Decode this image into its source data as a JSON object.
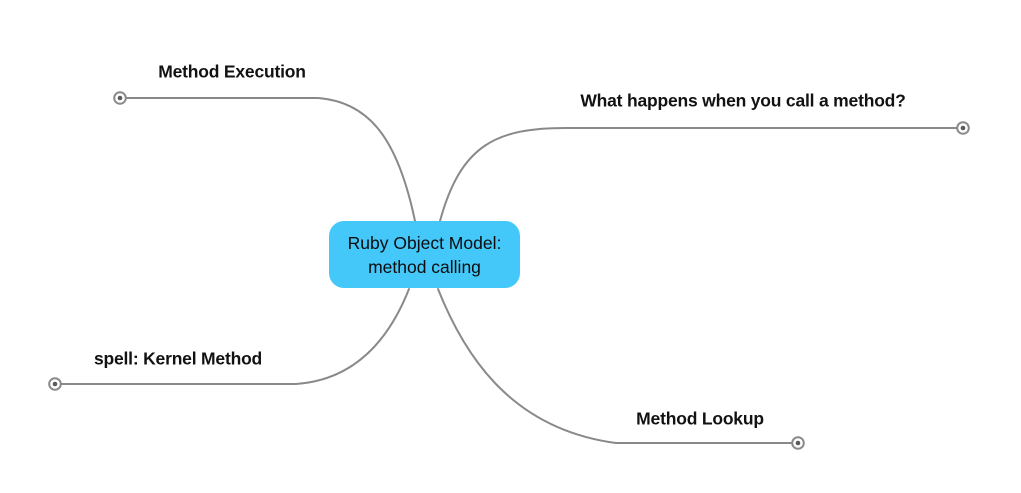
{
  "diagram": {
    "type": "mindmap",
    "background": "#ffffff",
    "connector_color": "#898989",
    "endpoint": {
      "ring_color": "#8a8a8a",
      "dot_color": "#5a5a5a",
      "fill": "#ffffff"
    },
    "root": {
      "label_line1": "Ruby Object Model:",
      "label_line2": "method calling",
      "fill": "#44c8f9",
      "text_color": "#0c0c0c"
    },
    "branches": [
      {
        "label": "Method Execution",
        "position": "top-left"
      },
      {
        "label": "What happens when you call a method?",
        "position": "top-right"
      },
      {
        "label": "spell: Kernel Method",
        "position": "bottom-left"
      },
      {
        "label": "Method Lookup",
        "position": "bottom-right"
      }
    ]
  }
}
